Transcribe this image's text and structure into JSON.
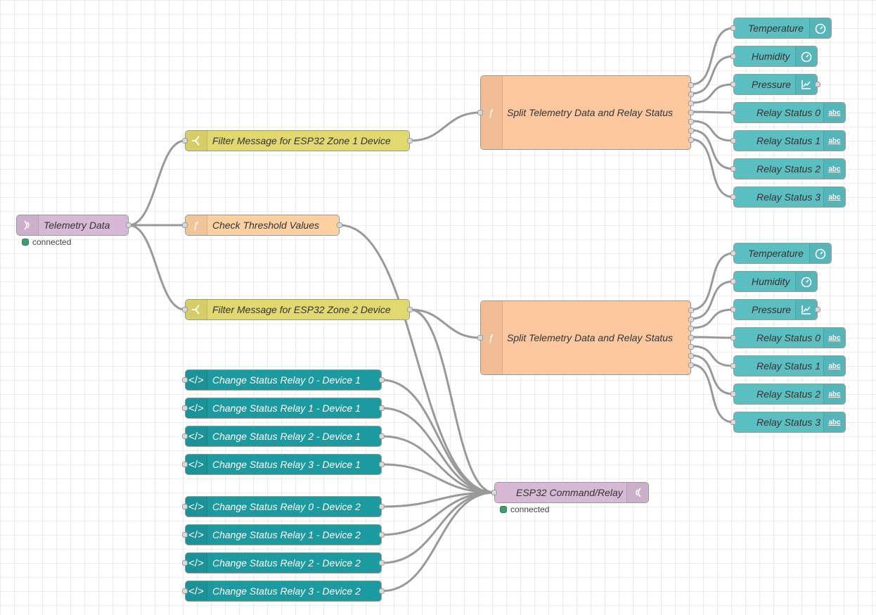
{
  "colors": {
    "mqtt": "#d7b9d6",
    "switch": "#e2d96e",
    "function": "#fdd0a2",
    "function_big": "#fdc79f",
    "inject": "#1c9aa0",
    "ui": "#5bbfc2",
    "wire": "#999999"
  },
  "icons": {
    "mqtt": "wifi-waves-icon",
    "switch": "switch-split-icon",
    "function": "function-f-icon",
    "inject": "code-brackets-icon",
    "gauge": "gauge-icon",
    "chart": "chart-icon",
    "text": "text-abc-icon"
  },
  "nodes": {
    "telemetry_in": {
      "label": "Telemetry Data",
      "status": "connected"
    },
    "filter_zone1": {
      "label": "Filter Message for ESP32 Zone 1 Device"
    },
    "check_threshold": {
      "label": "Check Threshold Values"
    },
    "filter_zone2": {
      "label": "Filter Message for ESP32 Zone 2 Device"
    },
    "split1": {
      "label": "Split Telemetry Data and Relay Status"
    },
    "split2": {
      "label": "Split Telemetry Data and Relay Status"
    },
    "command_out": {
      "label": "ESP32 Command/Relay",
      "status": "connected"
    },
    "zone1_outputs": [
      "Temperature",
      "Humidity",
      "Pressure",
      "Relay Status 0",
      "Relay Status 1",
      "Relay Status 2",
      "Relay Status 3"
    ],
    "zone2_outputs": [
      "Temperature",
      "Humidity",
      "Pressure",
      "Relay Status 0",
      "Relay Status 1",
      "Relay Status 2",
      "Relay Status 3"
    ],
    "relay_inject": [
      "Change Status Relay 0 - Device 1",
      "Change Status Relay 1 - Device 1",
      "Change Status Relay 2 - Device 1",
      "Change Status Relay 3 - Device 1",
      "Change Status Relay 0 - Device 2",
      "Change Status Relay 1 - Device 2",
      "Change Status Relay 2 - Device 2",
      "Change Status Relay 3 - Device 2"
    ],
    "abc_label": "abc"
  }
}
